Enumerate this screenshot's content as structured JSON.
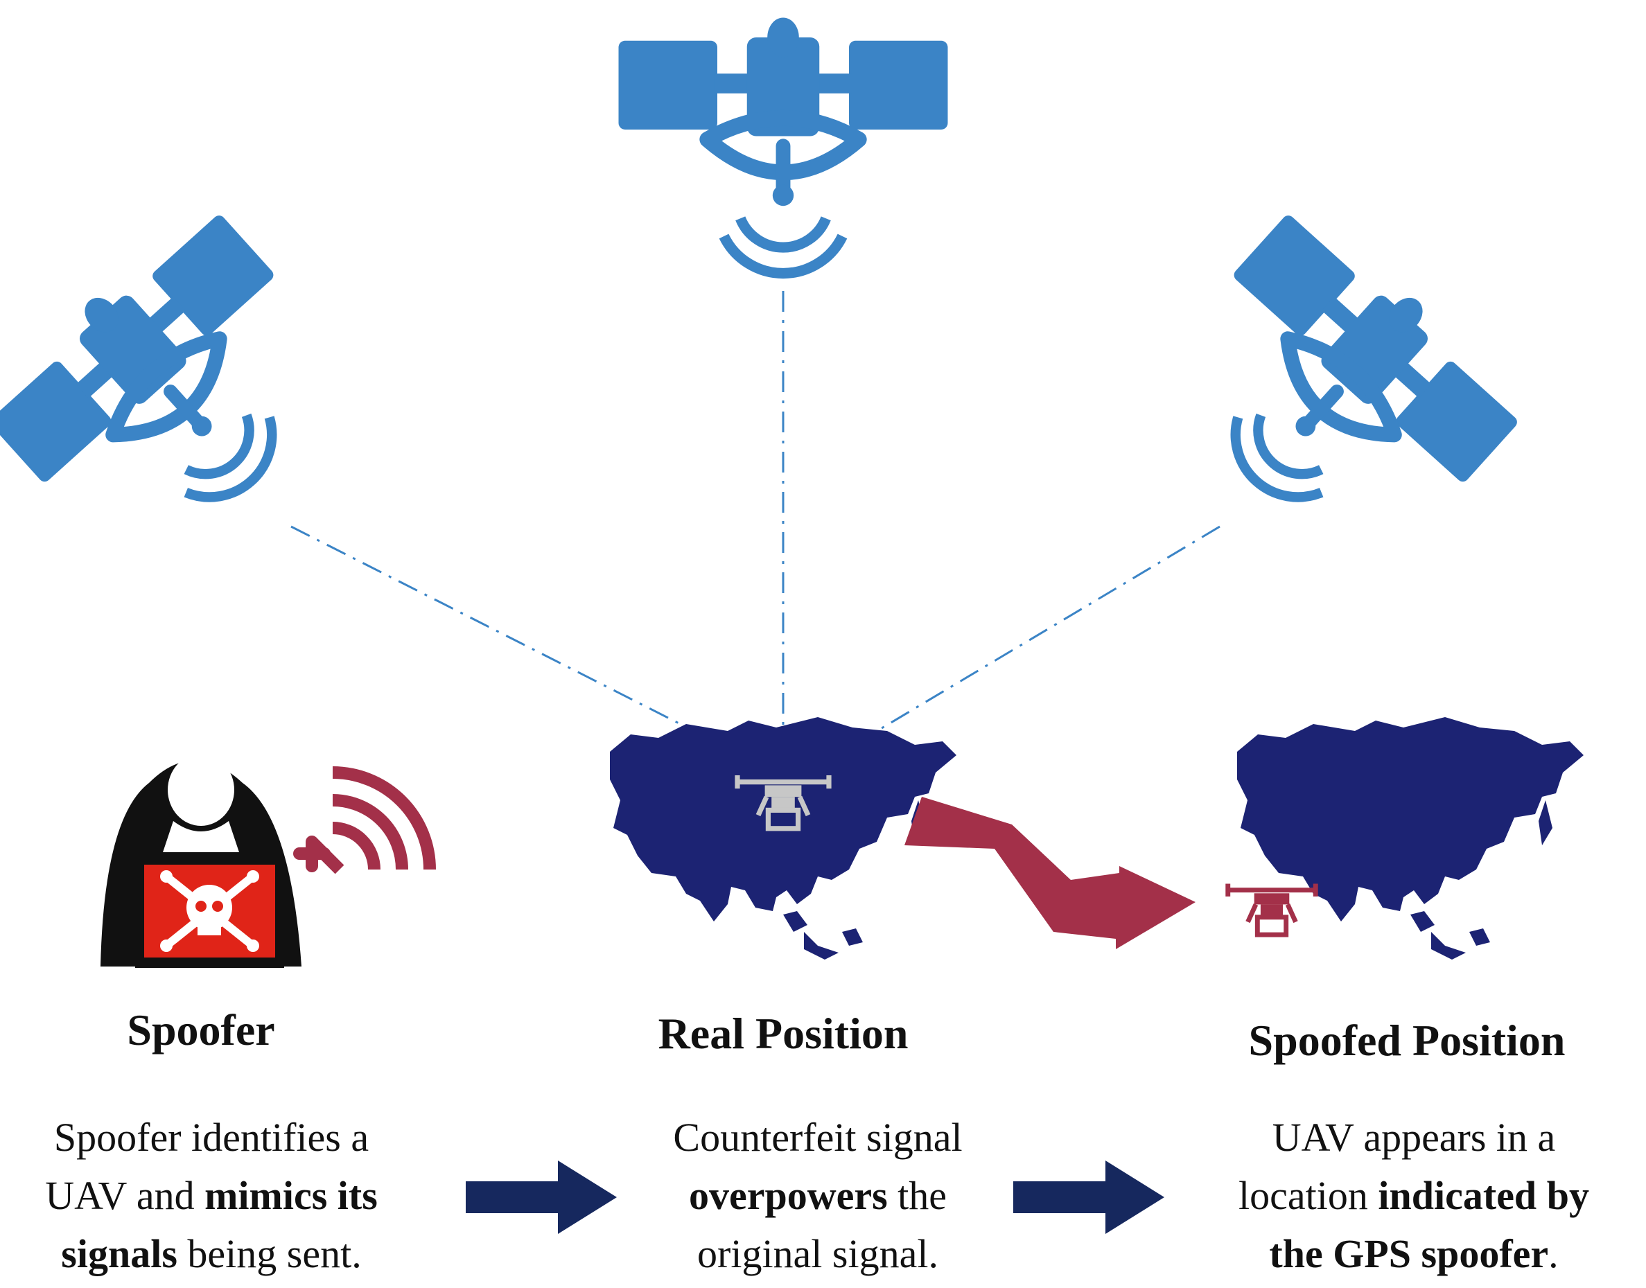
{
  "colors": {
    "satellite": "#3b84c6",
    "map": "#1c2373",
    "spoof_accent": "#a33049",
    "hacker_screen": "#e02418",
    "arrow": "#16285e",
    "drone_real": "#c7c7c7"
  },
  "icons": {
    "satellite_left": "satellite-icon",
    "satellite_center": "satellite-icon",
    "satellite_right": "satellite-icon",
    "hacker": "hacker-icon",
    "skull": "skull-crossbones-icon",
    "broadcast": "broadcast-signal-icon",
    "drone": "drone-icon"
  },
  "labels": {
    "spoofer": "Spoofer",
    "real": "Real Position",
    "spoofed": "Spoofed Position"
  },
  "descriptions": {
    "spoofer": {
      "l1": "Spoofer identifies a",
      "l2a": "UAV and ",
      "l2b": "mimics its",
      "l3a": "signals",
      "l3b": " being sent."
    },
    "real": {
      "l1": "Counterfeit signal",
      "l2a": "overpowers",
      "l2b": " the",
      "l3": "original signal."
    },
    "spoofed": {
      "l1": "UAV appears in a",
      "l2a": "location ",
      "l2b": "indicated by",
      "l3a": "the GPS spoofer",
      "l3b": "."
    }
  }
}
